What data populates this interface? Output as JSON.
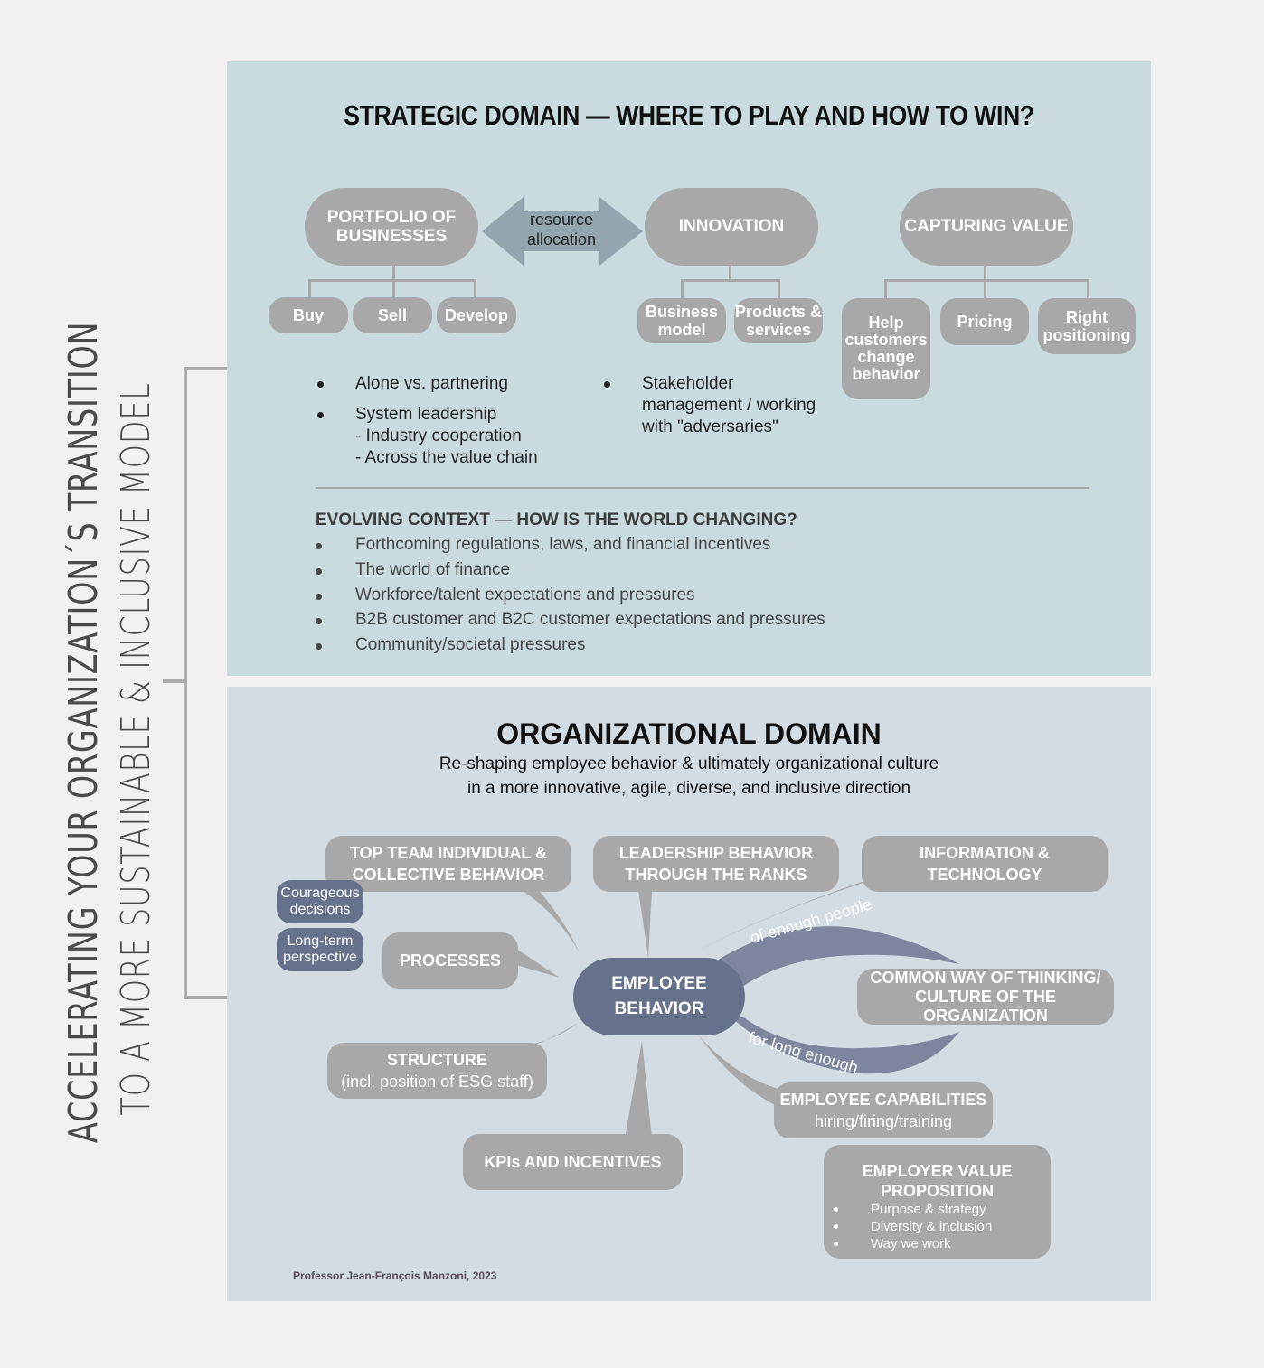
{
  "side_title": {
    "line1": "ACCELERATING YOUR ORGANIZATION´S TRANSITION",
    "line2": "TO A MORE SUSTAINABLE & INCLUSIVE MODEL"
  },
  "strategic": {
    "title": "STRATEGIC DOMAIN — WHERE TO PLAY AND HOW TO WIN?",
    "portfolio": {
      "line1": "PORTFOLIO OF",
      "line2": "BUSINESSES",
      "children": [
        "Buy",
        "Sell",
        "Develop"
      ]
    },
    "arrow": {
      "line1": "resource",
      "line2": "allocation"
    },
    "innovation": {
      "label": "INNOVATION",
      "children": [
        [
          "Business",
          "model"
        ],
        [
          "Products &",
          "services"
        ]
      ]
    },
    "capturing": {
      "label": "CAPTURING VALUE",
      "children": [
        [
          "Help",
          "customers",
          "change",
          "behavior"
        ],
        [
          "Pricing"
        ],
        [
          "Right",
          "positioning"
        ]
      ]
    },
    "bullets_left": [
      {
        "text": "Alone vs. partnering"
      },
      {
        "text": "System leadership",
        "sub": [
          "- Industry cooperation",
          "- Across the value chain"
        ]
      }
    ],
    "bullets_right": [
      {
        "lines": [
          "Stakeholder",
          "management / working",
          "with \"adversaries\""
        ]
      }
    ],
    "context": {
      "title_bold": "EVOLVING CONTEXT",
      "title_sep": " — ",
      "title_rest": "HOW IS THE WORLD CHANGING?",
      "items": [
        "Forthcoming regulations, laws, and financial incentives",
        "The world of finance",
        "Workforce/talent expectations and pressures",
        "B2B customer and B2C customer expectations and pressures",
        "Community/societal pressures"
      ]
    }
  },
  "organizational": {
    "title": "ORGANIZATIONAL DOMAIN",
    "subtitle1": "Re-shaping employee behavior & ultimately organizational culture",
    "subtitle2": "in a more innovative, agile, diverse, and inclusive direction",
    "center": {
      "line1": "EMPLOYEE",
      "line2": "BEHAVIOR"
    },
    "top_team": {
      "line1": "TOP TEAM INDIVIDUAL &",
      "line2": "COLLECTIVE BEHAVIOR"
    },
    "courageous": {
      "line1": "Courageous",
      "line2": "decisions"
    },
    "long_term": {
      "line1": "Long-term",
      "line2": "perspective"
    },
    "leadership": {
      "line1": "LEADERSHIP BEHAVIOR",
      "line2": "THROUGH THE RANKS"
    },
    "info_tech": "INFORMATION & TECHNOLOGY",
    "processes": "PROCESSES",
    "culture": {
      "line1": "COMMON WAY OF THINKING/",
      "line2": "CULTURE OF THE ORGANIZATION"
    },
    "arc_top": "of enough people",
    "arc_bottom": "for long enough",
    "structure": {
      "line1": "STRUCTURE",
      "line2": "(incl. position of ESG staff)"
    },
    "capabilities": {
      "line1": "EMPLOYEE CAPABILITIES",
      "line2": "hiring/firing/training"
    },
    "kpis": "KPIs AND INCENTIVES",
    "evp": {
      "line1": "EMPLOYER VALUE",
      "line2": "PROPOSITION",
      "items": [
        "Purpose & strategy",
        "Diversity & inclusion",
        "Way we work"
      ]
    },
    "credit": "Professor Jean-François Manzoni, 2023"
  },
  "colors": {
    "strategic_bg": "#c9dbdf",
    "organizational_bg": "#d3dce3",
    "pill_gray": "#a8a8a8",
    "arrow_blue": "#93a6b0",
    "navy": "#66728b",
    "arc_navy": "#7d869e"
  }
}
